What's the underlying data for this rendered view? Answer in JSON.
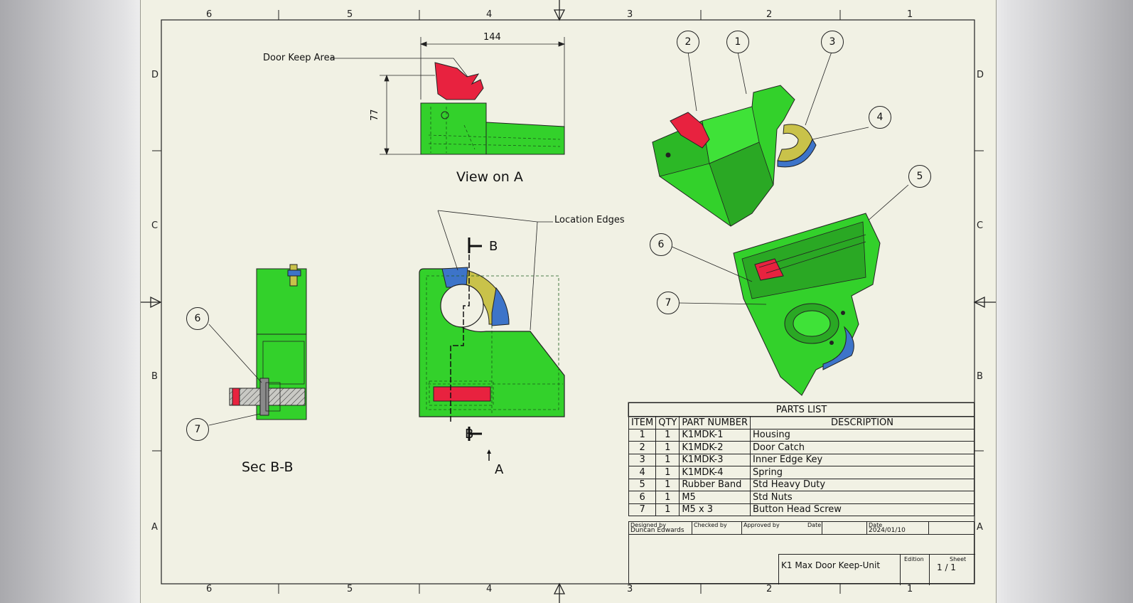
{
  "zones": {
    "cols": [
      "6",
      "5",
      "4",
      "3",
      "2",
      "1"
    ],
    "rows": [
      "D",
      "C",
      "B",
      "A"
    ]
  },
  "annotations": {
    "door_keep_area": "Door Keep Area",
    "location_edges": "Location Edges",
    "dim_width": "144",
    "dim_height": "77",
    "section_mark": "B",
    "view_mark": "A"
  },
  "views": {
    "view_on_a": "View on A",
    "sec_bb": "Sec B-B"
  },
  "balloons": [
    "1",
    "2",
    "3",
    "4",
    "5",
    "6",
    "7"
  ],
  "parts_list": {
    "title": "PARTS LIST",
    "headers": [
      "ITEM",
      "QTY",
      "PART NUMBER",
      "DESCRIPTION"
    ],
    "rows": [
      [
        "1",
        "1",
        "K1MDK-1",
        "Housing"
      ],
      [
        "2",
        "1",
        "K1MDK-2",
        "Door Catch"
      ],
      [
        "3",
        "1",
        "K1MDK-3",
        "Inner Edge Key"
      ],
      [
        "4",
        "1",
        "K1MDK-4",
        "Spring"
      ],
      [
        "5",
        "1",
        "Rubber Band",
        "Std Heavy Duty"
      ],
      [
        "6",
        "1",
        "M5",
        "Std Nuts"
      ],
      [
        "7",
        "1",
        "M5 x 3",
        "Button Head Screw"
      ]
    ]
  },
  "title_block": {
    "designed_by_label": "Designed by",
    "designed_by": "Duncan Edwards",
    "checked_by_label": "Checked by",
    "approved_by_label": "Approved by",
    "date_label": "Date",
    "date_label2": "Date",
    "date": "2024/01/10",
    "title": "K1 Max Door Keep-Unit",
    "edition_label": "Edition",
    "sheet_label": "Sheet",
    "sheet": "1 / 1"
  },
  "colors": {
    "housing": "#33d12b",
    "catch": "#e8223f",
    "key": "#c9c24a",
    "spring": "#3d74c9",
    "paper": "#f1f1e4"
  }
}
